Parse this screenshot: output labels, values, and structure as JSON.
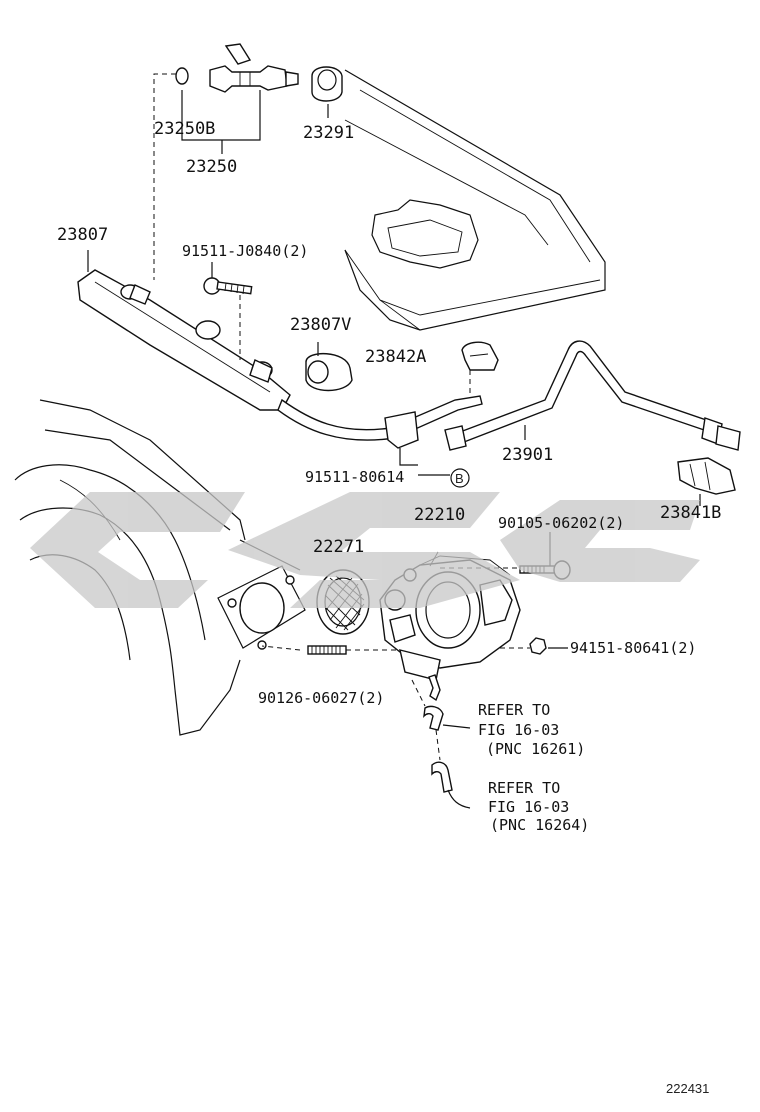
{
  "labels": {
    "p23250B": "23250B",
    "p23250": "23250",
    "p23291": "23291",
    "p23807": "23807",
    "p91511_J0840": "91511-J0840(2)",
    "p23807V": "23807V",
    "p23842A": "23842A",
    "p91511_80614": "91511-80614",
    "p23901": "23901",
    "p23841B": "23841B",
    "p22210": "22210",
    "p90105_06202": "90105-06202(2)",
    "p22271": "22271",
    "p94151_80641": "94151-80641(2)",
    "p90126_06027": "90126-06027(2)",
    "callout_b": "B"
  },
  "refers": {
    "ref1_line1": "REFER TO",
    "ref1_line2": "FIG 16-03",
    "ref1_line3": "(PNC 16261)",
    "ref2_line1": "REFER TO",
    "ref2_line2": "FIG 16-03",
    "ref2_line3": "(PNC 16264)"
  },
  "figure_code": "222431",
  "colors": {
    "line": "#111111",
    "watermark": "#c8c8c8",
    "background": "#ffffff"
  }
}
